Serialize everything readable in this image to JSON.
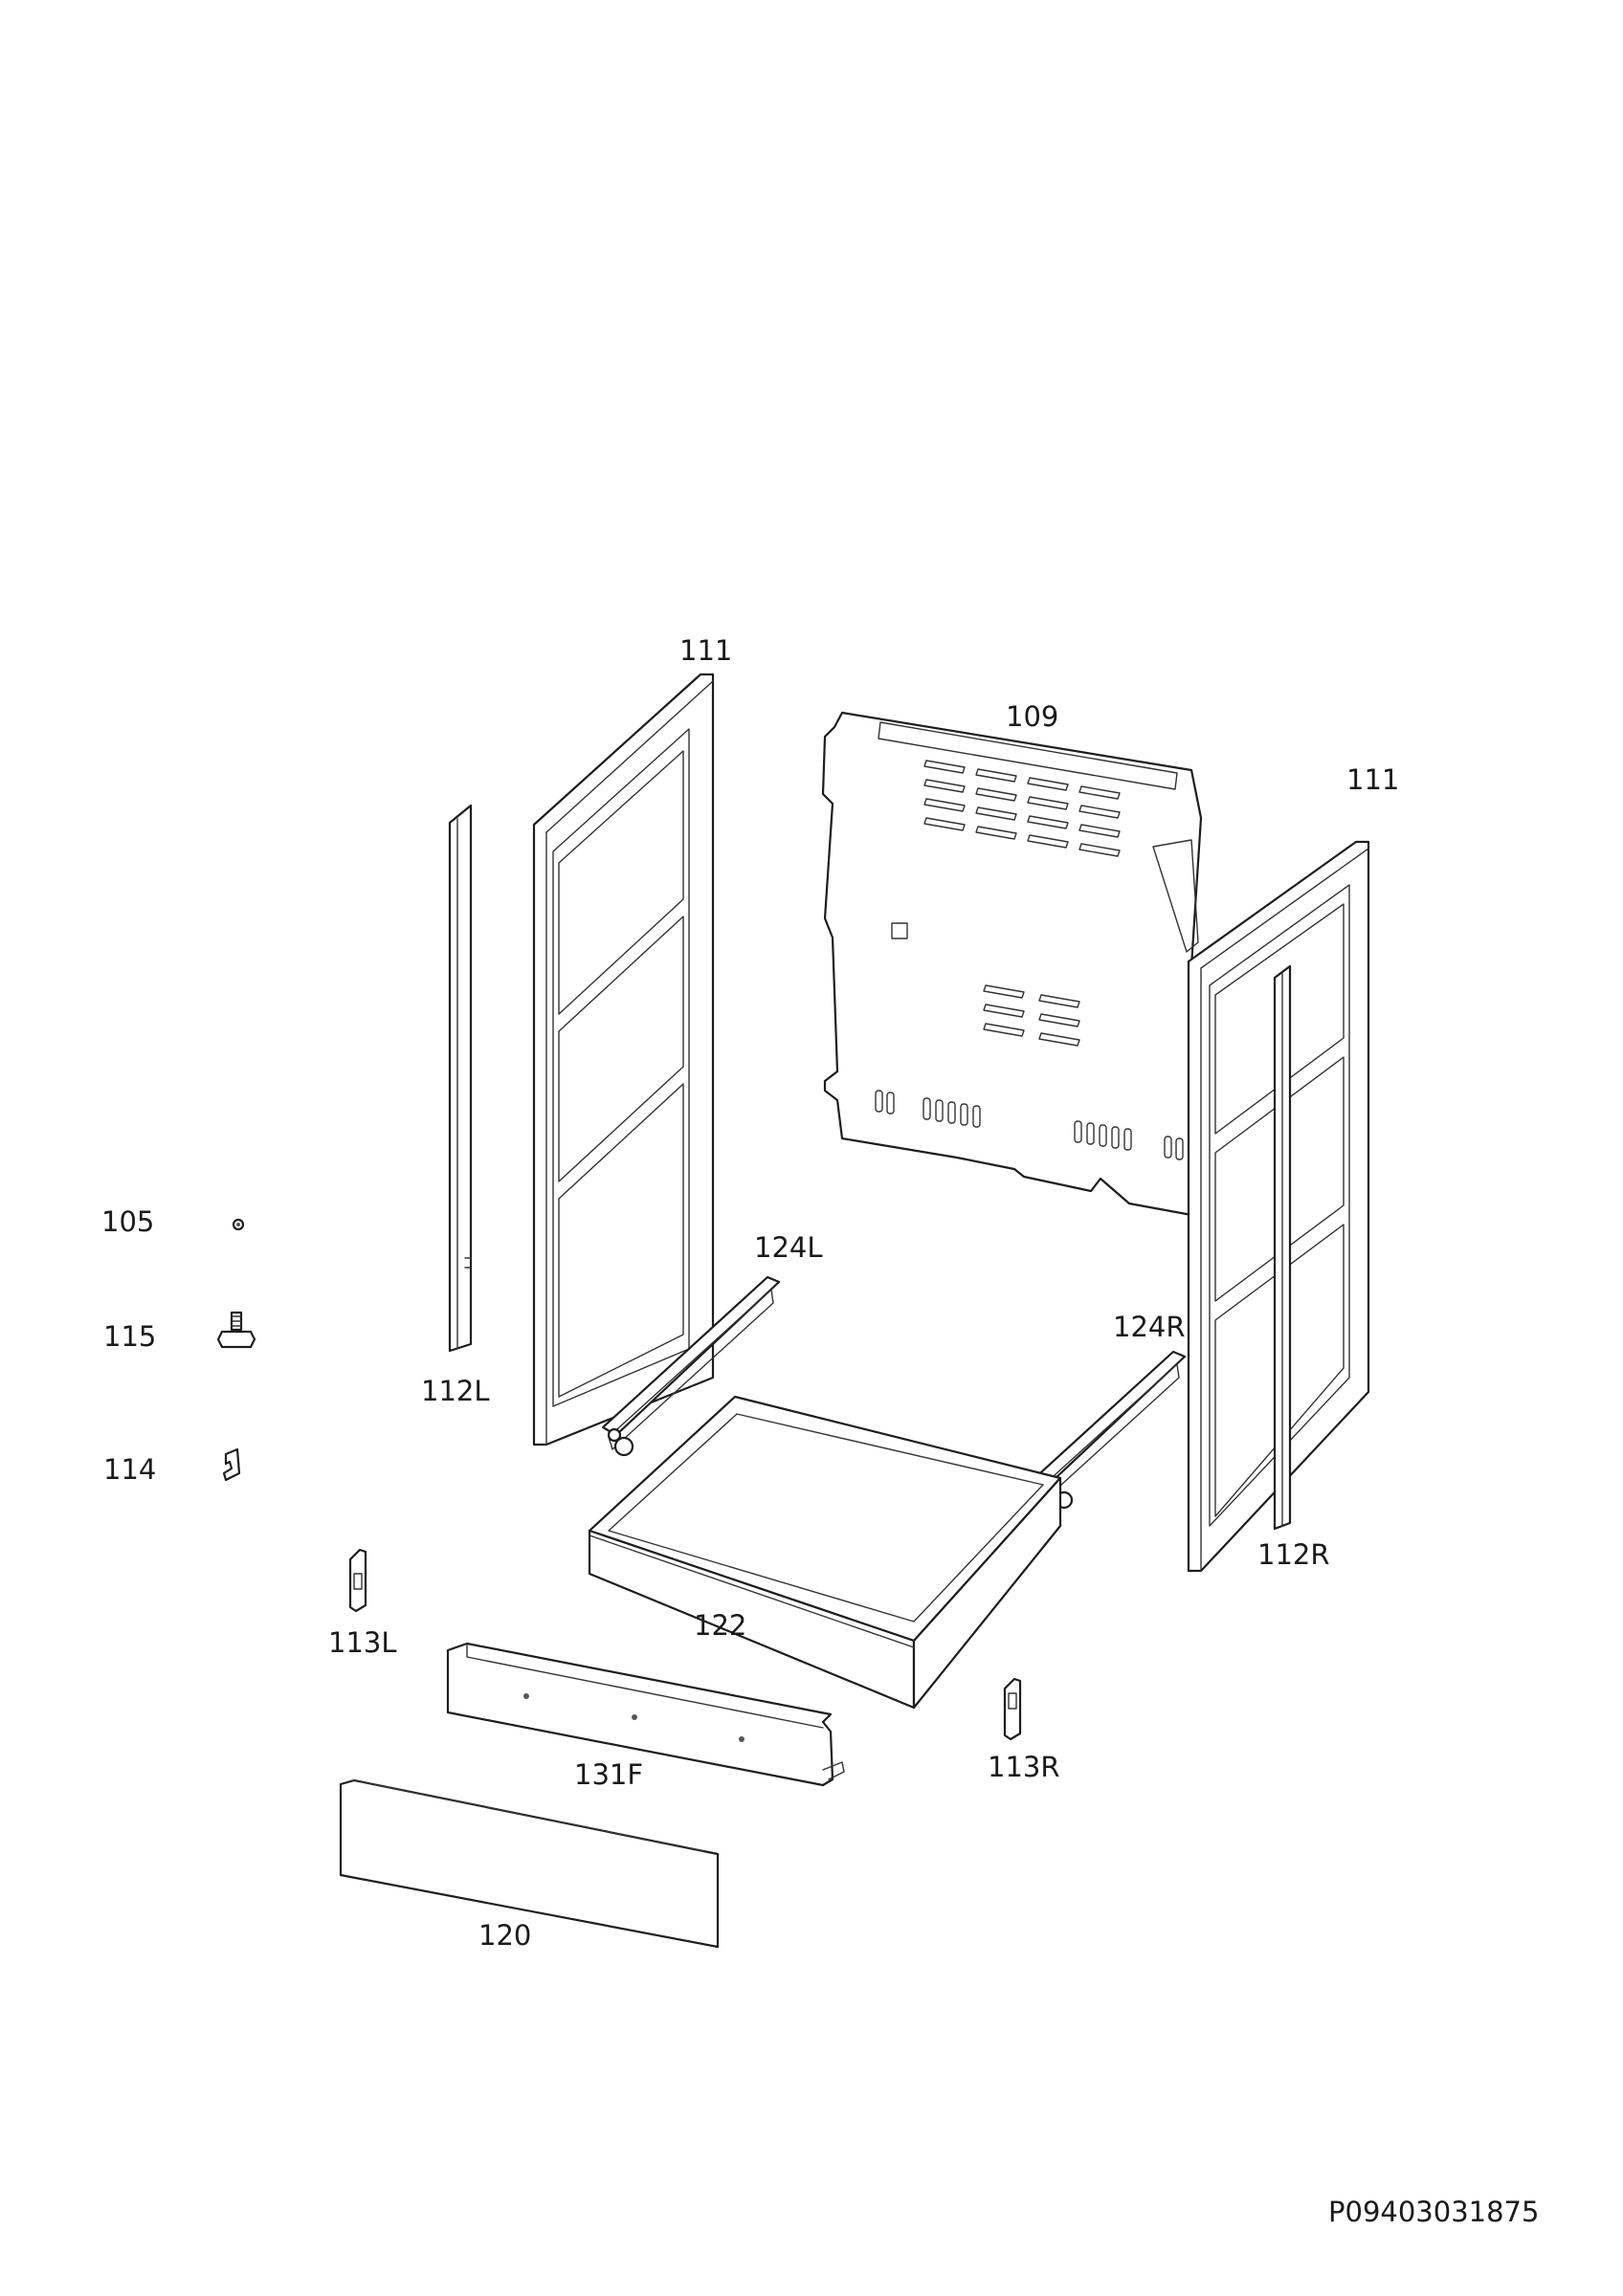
{
  "labels": {
    "p111_left": "111",
    "p109": "109",
    "p111_right": "111",
    "p105": "105",
    "p115": "115",
    "p114": "114",
    "p124L": "124L",
    "p124R": "124R",
    "p112L": "112L",
    "p112R": "112R",
    "p113L": "113L",
    "p113R": "113R",
    "p122": "122",
    "p131F": "131F",
    "p120": "120"
  },
  "drawing_number": "P09403031875"
}
